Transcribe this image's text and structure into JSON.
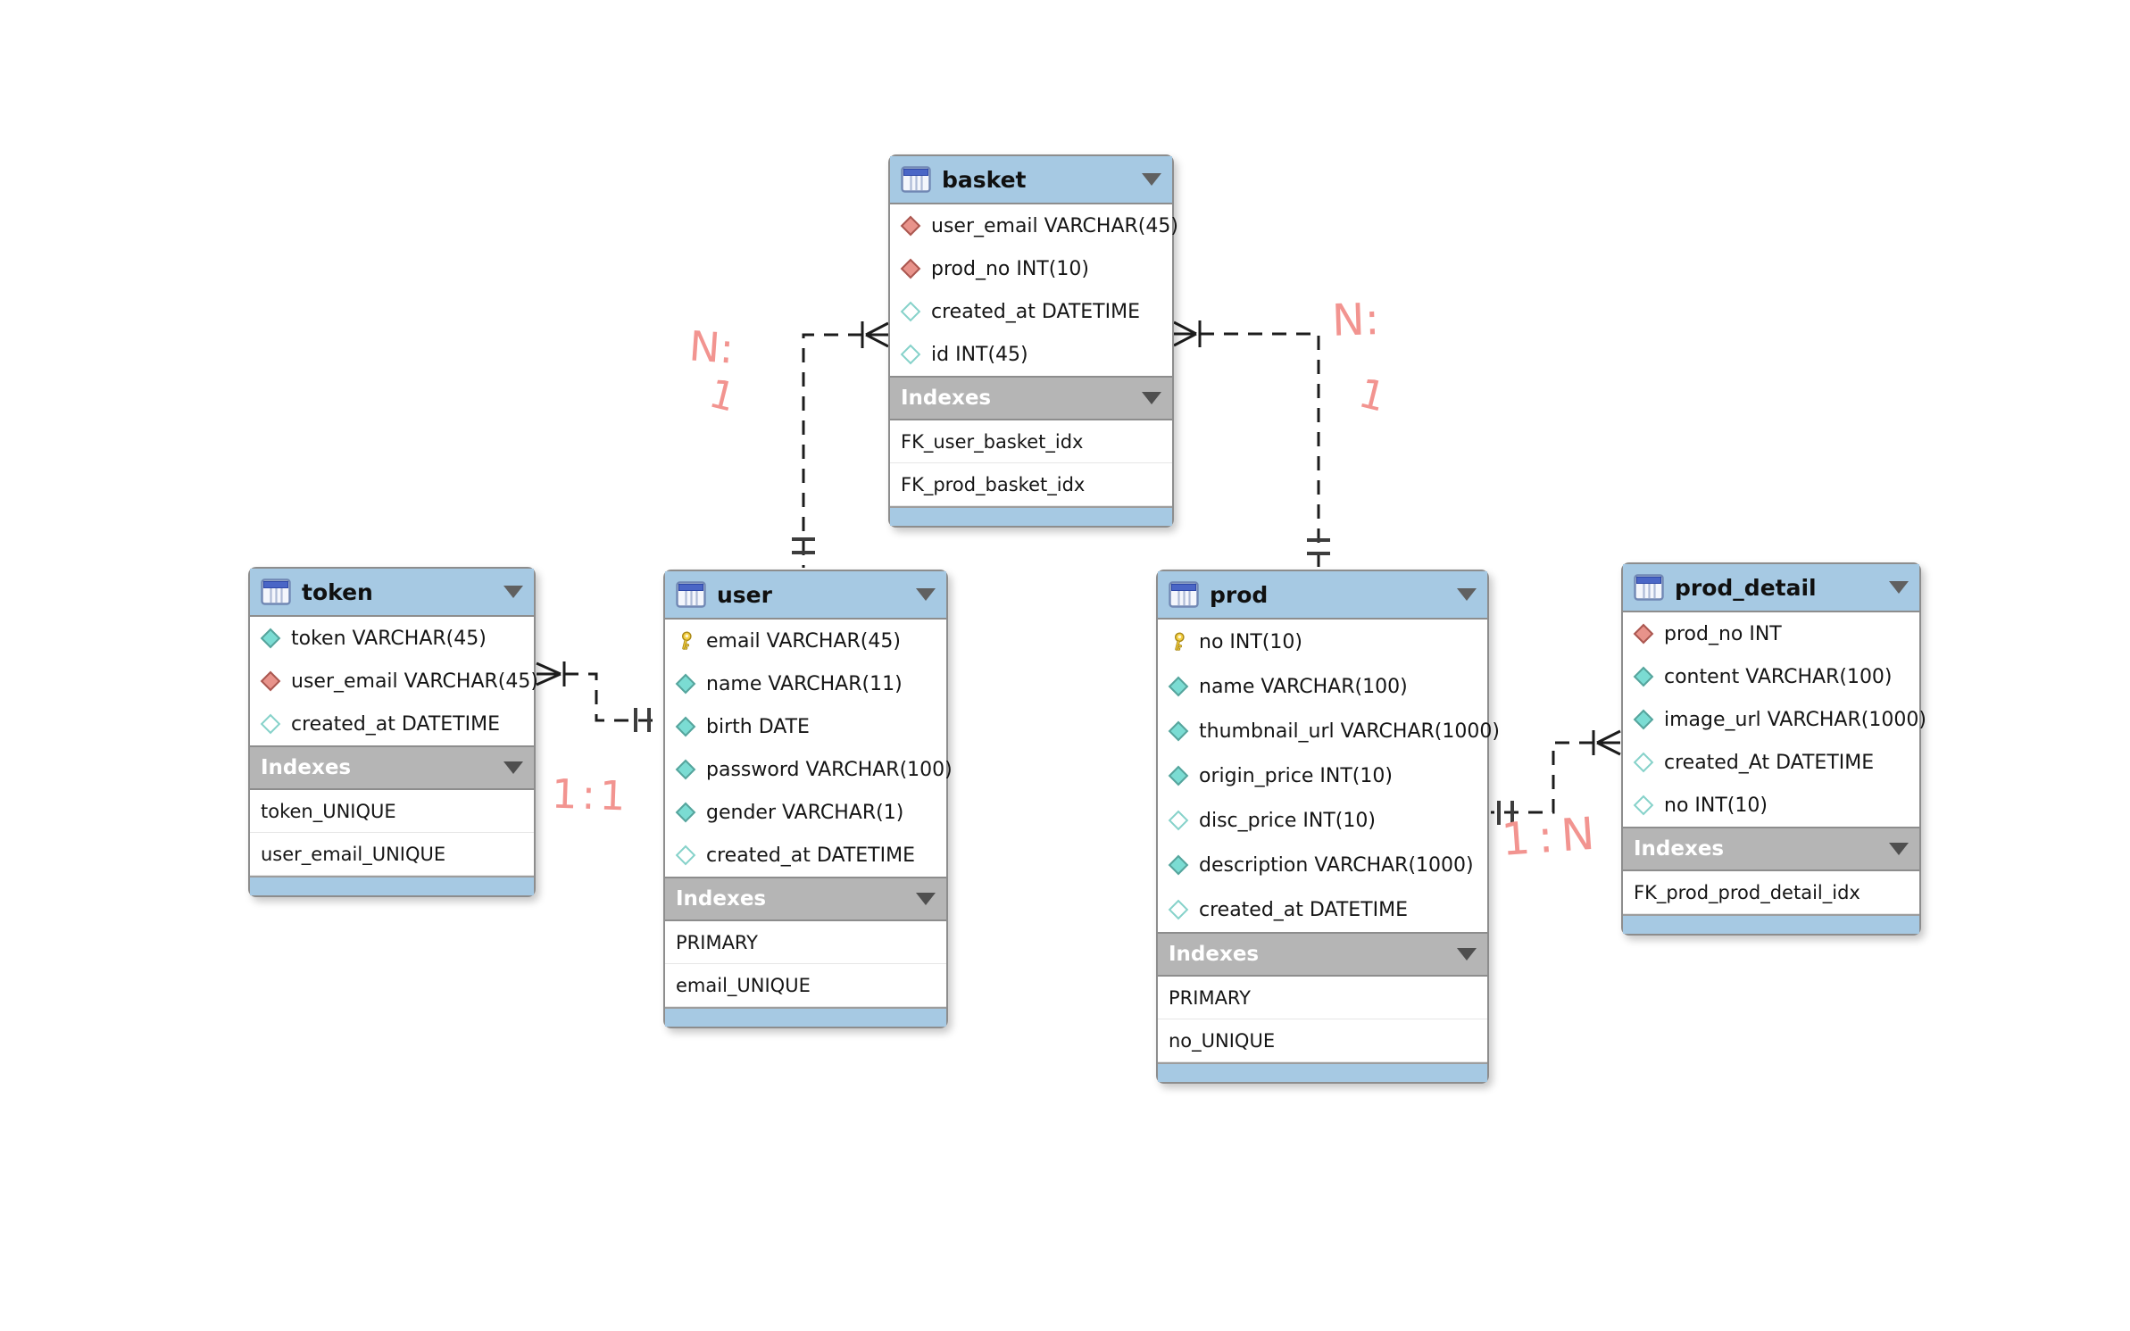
{
  "diagram": {
    "background": "#ffffff",
    "colors": {
      "table_header": "#a6c9e3",
      "indexes_band": "#b5b5b5",
      "table_border": "#8d8d8d",
      "connector_line": "#1c1c1c",
      "ink_annotation": "#f29490",
      "not_null_diamond": "#7bdcd3",
      "foreign_key_diamond": "#e8938b",
      "primary_key_gold": "#f4cf42"
    },
    "icons": {
      "key": "primary-key-icon",
      "diamond-filled": "not-null-diamond-icon",
      "diamond-outline": "nullable-diamond-icon",
      "diamond-fk": "foreign-key-diamond-icon",
      "table": "table-icon",
      "caret": "collapse-caret-icon"
    }
  },
  "tables": [
    {
      "id": "token",
      "title": "token",
      "columns": [
        {
          "name": "token",
          "type": "VARCHAR(45)",
          "icon": "diamond-filled"
        },
        {
          "name": "user_email",
          "type": "VARCHAR(45)",
          "icon": "diamond-fk"
        },
        {
          "name": "created_at",
          "type": "DATETIME",
          "icon": "diamond-outline"
        }
      ],
      "indexes_label": "Indexes",
      "indexes": [
        "token_UNIQUE",
        "user_email_UNIQUE"
      ]
    },
    {
      "id": "user",
      "title": "user",
      "columns": [
        {
          "name": "email",
          "type": "VARCHAR(45)",
          "icon": "key"
        },
        {
          "name": "name",
          "type": "VARCHAR(11)",
          "icon": "diamond-filled"
        },
        {
          "name": "birth",
          "type": "DATE",
          "icon": "diamond-filled"
        },
        {
          "name": "password",
          "type": "VARCHAR(100)",
          "icon": "diamond-filled"
        },
        {
          "name": "gender",
          "type": "VARCHAR(1)",
          "icon": "diamond-filled"
        },
        {
          "name": "created_at",
          "type": "DATETIME",
          "icon": "diamond-outline"
        }
      ],
      "indexes_label": "Indexes",
      "indexes": [
        "PRIMARY",
        "email_UNIQUE"
      ]
    },
    {
      "id": "basket",
      "title": "basket",
      "columns": [
        {
          "name": "user_email",
          "type": "VARCHAR(45)",
          "icon": "diamond-fk"
        },
        {
          "name": "prod_no",
          "type": "INT(10)",
          "icon": "diamond-fk"
        },
        {
          "name": "created_at",
          "type": "DATETIME",
          "icon": "diamond-outline"
        },
        {
          "name": "id",
          "type": "INT(45)",
          "icon": "diamond-outline"
        }
      ],
      "indexes_label": "Indexes",
      "indexes": [
        "FK_user_basket_idx",
        "FK_prod_basket_idx"
      ]
    },
    {
      "id": "prod",
      "title": "prod",
      "columns": [
        {
          "name": "no",
          "type": "INT(10)",
          "icon": "key"
        },
        {
          "name": "name",
          "type": "VARCHAR(100)",
          "icon": "diamond-filled"
        },
        {
          "name": "thumbnail_url",
          "type": "VARCHAR(1000)",
          "icon": "diamond-filled"
        },
        {
          "name": "origin_price",
          "type": "INT(10)",
          "icon": "diamond-filled"
        },
        {
          "name": "disc_price",
          "type": "INT(10)",
          "icon": "diamond-outline"
        },
        {
          "name": "description",
          "type": "VARCHAR(1000)",
          "icon": "diamond-filled"
        },
        {
          "name": "created_at",
          "type": "DATETIME",
          "icon": "diamond-outline"
        }
      ],
      "indexes_label": "Indexes",
      "indexes": [
        "PRIMARY",
        "no_UNIQUE"
      ]
    },
    {
      "id": "prod_detail",
      "title": "prod_detail",
      "columns": [
        {
          "name": "prod_no",
          "type": "INT",
          "icon": "diamond-fk"
        },
        {
          "name": "content",
          "type": "VARCHAR(100)",
          "icon": "diamond-filled"
        },
        {
          "name": "image_url",
          "type": "VARCHAR(1000)",
          "icon": "diamond-filled"
        },
        {
          "name": "created_At",
          "type": "DATETIME",
          "icon": "diamond-outline"
        },
        {
          "name": "no",
          "type": "INT(10)",
          "icon": "diamond-outline"
        }
      ],
      "indexes_label": "Indexes",
      "indexes": [
        "FK_prod_prod_detail_idx"
      ]
    }
  ],
  "relationships": [
    {
      "from": "basket",
      "to": "user",
      "cardinality_note": "N:1",
      "line_style": "dashed",
      "many_end": "basket"
    },
    {
      "from": "basket",
      "to": "prod",
      "cardinality_note": "N:1",
      "line_style": "dashed",
      "many_end": "basket"
    },
    {
      "from": "token",
      "to": "user",
      "cardinality_note": "1:1",
      "line_style": "dashed",
      "many_end": "token"
    },
    {
      "from": "prod_detail",
      "to": "prod",
      "cardinality_note": "1:N",
      "line_style": "dashed",
      "many_end": "prod_detail"
    }
  ],
  "annotations": [
    {
      "id": "basket-user-n",
      "text": "N:"
    },
    {
      "id": "basket-user-1",
      "text": "1"
    },
    {
      "id": "basket-prod-n",
      "text": "N:"
    },
    {
      "id": "basket-prod-1",
      "text": "1"
    },
    {
      "id": "token-user",
      "text": "1:1"
    },
    {
      "id": "prod-detail",
      "text": "1:N"
    }
  ]
}
